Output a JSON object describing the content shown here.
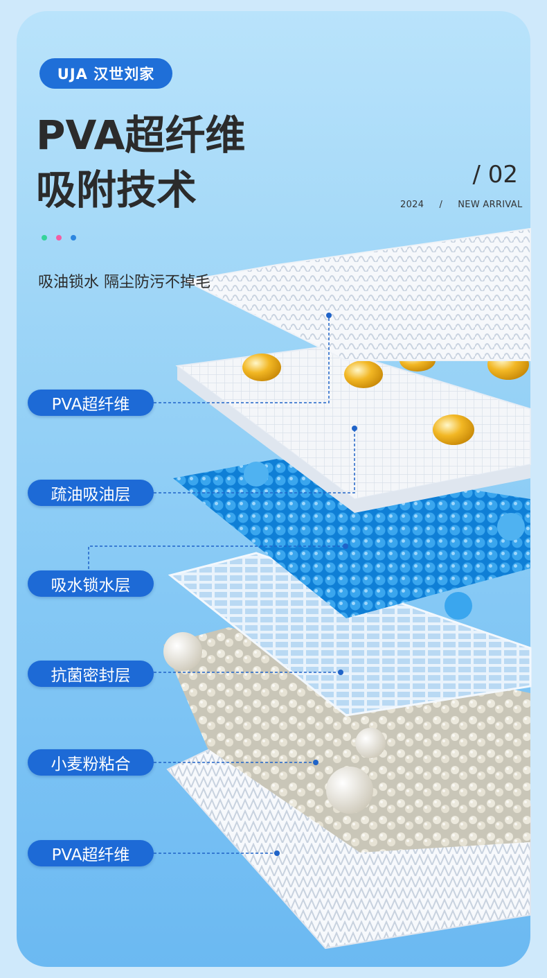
{
  "brand": {
    "logo_text": "UJA 汉世刘家"
  },
  "header": {
    "title_line1": "PVA超纤维",
    "title_line2": "吸附技术",
    "index": "/ 02",
    "meta": "2024     /     NEW ARRIVAL"
  },
  "tagline": "吸油锁水 隔尘防污不掉毛",
  "accent_dots": [
    "#35d39a",
    "#f35ea3",
    "#2c86e0"
  ],
  "layers": [
    {
      "label": "PVA超纤维"
    },
    {
      "label": "疏油吸油层"
    },
    {
      "label": "吸水锁水层"
    },
    {
      "label": "抗菌密封层"
    },
    {
      "label": "小麦粉粘合"
    },
    {
      "label": "PVA超纤维"
    }
  ],
  "colors": {
    "accent": "#1d6ad6",
    "background": "#9fd6f7"
  }
}
